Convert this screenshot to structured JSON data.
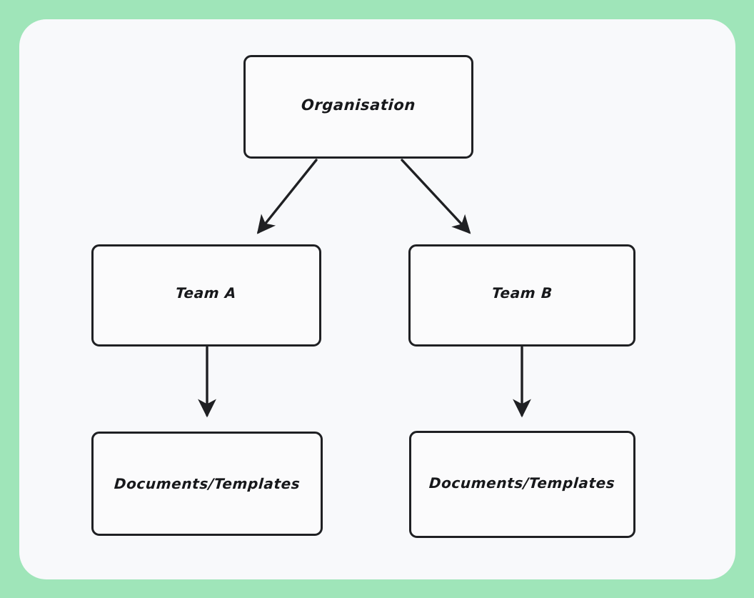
{
  "canvas": {
    "background_color": "#9fe5b9",
    "card_color": "#f8f9fb",
    "node_border_color": "#1f2023",
    "node_fill_color": "#fbfbfc",
    "edge_color": "#1f2023"
  },
  "diagram": {
    "type": "flowchart",
    "orientation": "top-down",
    "nodes": [
      {
        "id": "organisation",
        "label": "Organisation"
      },
      {
        "id": "team_a",
        "label": "Team A"
      },
      {
        "id": "team_b",
        "label": "Team B"
      },
      {
        "id": "docs_a",
        "label": "Documents/Templates"
      },
      {
        "id": "docs_b",
        "label": "Documents/Templates"
      }
    ],
    "edges": [
      {
        "from": "organisation",
        "to": "team_a",
        "style": "arrow",
        "shape": "diagonal"
      },
      {
        "from": "organisation",
        "to": "team_b",
        "style": "arrow",
        "shape": "diagonal"
      },
      {
        "from": "team_a",
        "to": "docs_a",
        "style": "arrow",
        "shape": "vertical"
      },
      {
        "from": "team_b",
        "to": "docs_b",
        "style": "arrow",
        "shape": "vertical"
      }
    ]
  }
}
